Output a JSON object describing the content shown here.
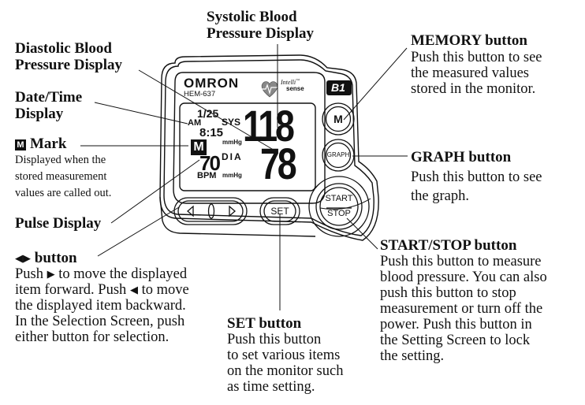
{
  "labels": {
    "systolic": {
      "line1": "Systolic Blood",
      "line2": "Pressure Display"
    },
    "diastolic": {
      "line1": "Diastolic Blood",
      "line2": "Pressure Display"
    },
    "datetime": {
      "line1": "Date/Time",
      "line2": "Display"
    },
    "mark": {
      "icon_glyph": "M",
      "title": "Mark",
      "desc": [
        "Displayed when the",
        "stored measurement",
        "values are called out."
      ]
    },
    "pulse": {
      "title": "Pulse Display"
    },
    "arrows": {
      "left_glyph": "◀",
      "right_glyph": "▶",
      "title": "button",
      "desc": [
        {
          "pre": "Push ",
          "glyph": "▶",
          "post": " to move the displayed"
        },
        {
          "pre": "item forward. Push ",
          "glyph": "◀",
          "post": " to move"
        },
        {
          "pre": "the displayed item backward.",
          "glyph": "",
          "post": ""
        },
        {
          "pre": "In the Selection Screen, push",
          "glyph": "",
          "post": ""
        },
        {
          "pre": "either button for selection.",
          "glyph": "",
          "post": ""
        }
      ]
    },
    "set": {
      "title": "SET button",
      "desc": [
        "Push this button",
        "to set various items",
        "on the monitor such",
        "as time setting."
      ]
    },
    "memory": {
      "title": "MEMORY button",
      "desc": [
        "Push this button to see",
        "the measured values",
        "stored in the monitor."
      ]
    },
    "graph": {
      "title": "GRAPH button",
      "desc": [
        "Push this button to see",
        "the graph."
      ]
    },
    "startstop": {
      "title": "START/STOP button",
      "desc": [
        "Push this button to measure",
        "blood pressure. You can also",
        "push this button to stop",
        "measurement or turn off the",
        "power. Push this button in",
        "the Setting Screen to lock",
        "the setting."
      ]
    }
  },
  "device": {
    "brand": "OMRON",
    "model": "HEM-637",
    "logo_line1": "Intelli",
    "logo_tm": "™",
    "logo_line2": "sense",
    "user_badge": "B1",
    "lcd": {
      "date": "1/25",
      "ampm": "AM",
      "time": "8:15",
      "memory_mark": "M",
      "sys_label": "SYS",
      "sys_value": "118",
      "sys_unit": "mmHg",
      "dia_label": "DIA",
      "dia_value": "78",
      "dia_unit": "mmHg",
      "pulse_value": "70",
      "pulse_unit": "BPM"
    },
    "buttons": {
      "memory": "M",
      "graph": "GRAPH",
      "start": "START",
      "stop": "STOP",
      "set": "SET",
      "left": "◁",
      "right": "▷"
    }
  }
}
